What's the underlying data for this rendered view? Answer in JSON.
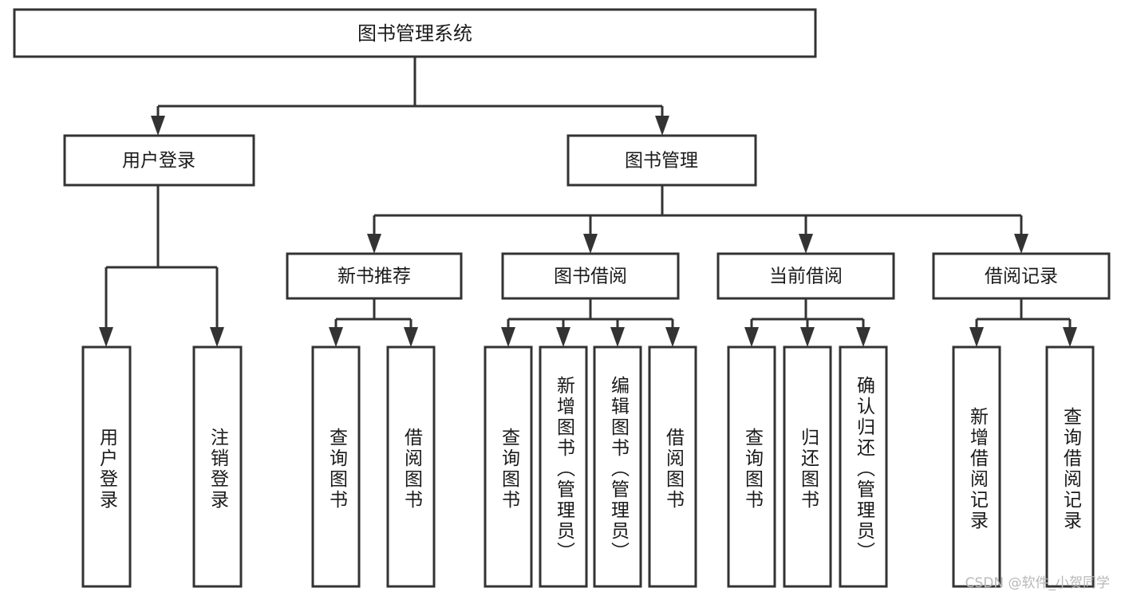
{
  "diagram": {
    "title": "图书管理系统",
    "type": "hierarchy-tree",
    "watermark": "CSDN @软件_小贺同学",
    "colors": {
      "stroke": "#333333",
      "fill": "#ffffff",
      "text": "#1a1a1a",
      "watermark": "#b8b8b8"
    },
    "levels": {
      "root": {
        "label": "图书管理系统"
      },
      "level2": [
        {
          "id": "user-login",
          "label": "用户登录"
        },
        {
          "id": "book-management",
          "label": "图书管理"
        }
      ],
      "level3": [
        {
          "id": "new-book-recommend",
          "label": "新书推荐",
          "parent": "book-management"
        },
        {
          "id": "book-borrow",
          "label": "图书借阅",
          "parent": "book-management"
        },
        {
          "id": "current-borrow",
          "label": "当前借阅",
          "parent": "book-management"
        },
        {
          "id": "borrow-record",
          "label": "借阅记录",
          "parent": "book-management"
        }
      ],
      "leaves": [
        {
          "id": "leaf-user-login",
          "label": "用户登录",
          "parent": "user-login"
        },
        {
          "id": "leaf-logout-login",
          "label": "注销登录",
          "parent": "user-login"
        },
        {
          "id": "leaf-query-book-1",
          "label": "查询图书",
          "parent": "new-book-recommend"
        },
        {
          "id": "leaf-borrow-book-1",
          "label": "借阅图书",
          "parent": "new-book-recommend"
        },
        {
          "id": "leaf-query-book-2",
          "label": "查询图书",
          "parent": "book-borrow"
        },
        {
          "id": "leaf-add-book",
          "label": "新增图书（管理员）",
          "parent": "book-borrow"
        },
        {
          "id": "leaf-edit-book",
          "label": "编辑图书（管理员）",
          "parent": "book-borrow"
        },
        {
          "id": "leaf-borrow-book-2",
          "label": "借阅图书",
          "parent": "book-borrow"
        },
        {
          "id": "leaf-query-book-3",
          "label": "查询图书",
          "parent": "current-borrow"
        },
        {
          "id": "leaf-return-book",
          "label": "归还图书",
          "parent": "current-borrow"
        },
        {
          "id": "leaf-confirm-return",
          "label": "确认归还（管理员）",
          "parent": "current-borrow"
        },
        {
          "id": "leaf-add-record",
          "label": "新增借阅记录",
          "parent": "borrow-record"
        },
        {
          "id": "leaf-query-record",
          "label": "查询借阅记录",
          "parent": "borrow-record"
        }
      ]
    }
  }
}
